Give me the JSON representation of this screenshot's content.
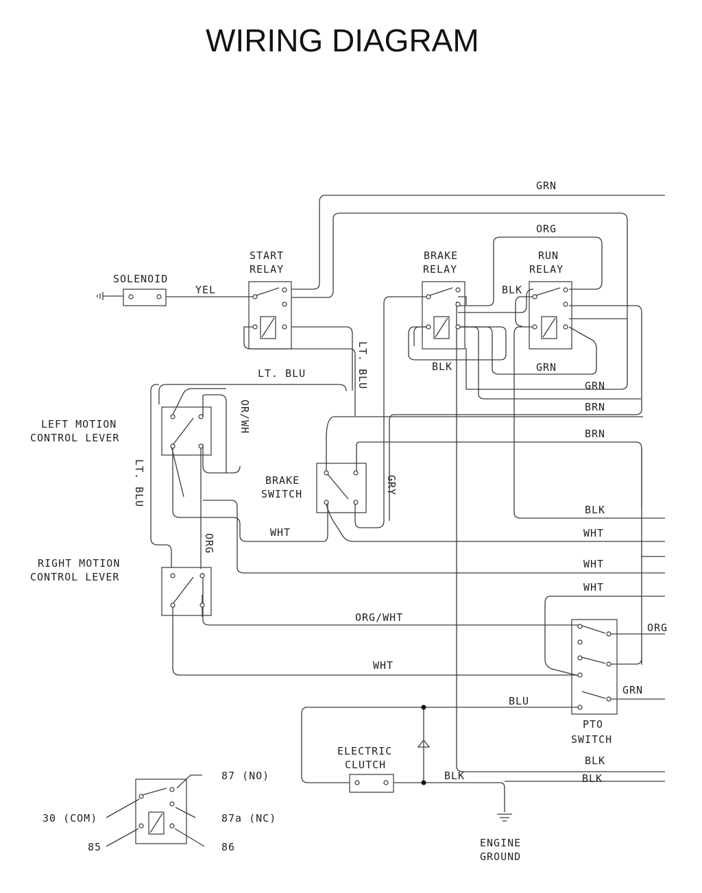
{
  "title": "WIRING DIAGRAM",
  "components": {
    "solenoid": "SOLENOID",
    "start_relay": [
      "START",
      "RELAY"
    ],
    "brake_relay": [
      "BRAKE",
      "RELAY"
    ],
    "run_relay": [
      "RUN",
      "RELAY"
    ],
    "left_motion": [
      "LEFT MOTION",
      "CONTROL LEVER"
    ],
    "right_motion": [
      "RIGHT MOTION",
      "CONTROL LEVER"
    ],
    "brake_switch": [
      "BRAKE",
      "SWITCH"
    ],
    "pto_switch": [
      "PTO",
      "SWITCH"
    ],
    "electric_clutch": [
      "ELECTRIC",
      "CLUTCH"
    ],
    "engine_ground": [
      "ENGINE",
      "GROUND"
    ]
  },
  "wires": {
    "grn": "GRN",
    "org": "ORG",
    "yel": "YEL",
    "blk": "BLK",
    "lt_blu": "LT. BLU",
    "brn": "BRN",
    "or_wh": "OR/WH",
    "gry": "GRY",
    "wht": "WHT",
    "org_wht": "ORG/WHT",
    "blu": "BLU"
  },
  "legend": {
    "pin_87": "87 (NO)",
    "pin_87a": "87a (NC)",
    "pin_30": "30 (COM)",
    "pin_85": "85",
    "pin_86": "86"
  }
}
